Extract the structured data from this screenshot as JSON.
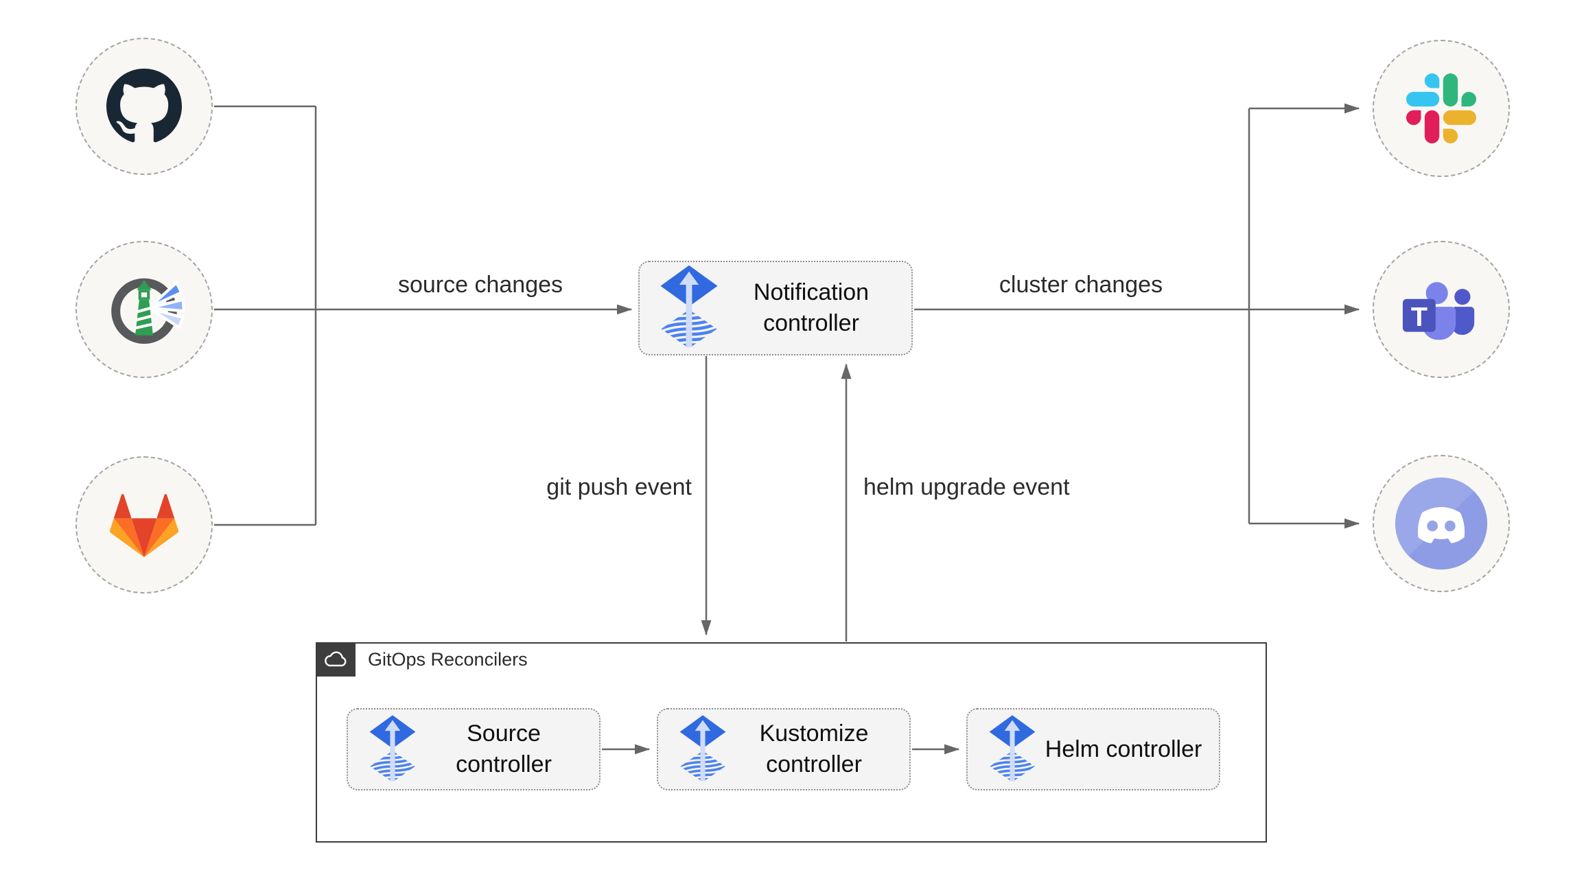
{
  "edges": {
    "source_changes": "source changes",
    "cluster_changes": "cluster changes",
    "git_push_event": "git push event",
    "helm_upgrade_event": "helm upgrade event"
  },
  "nodes": {
    "notification_controller": {
      "label": "Notification controller",
      "icon": "flux-icon"
    },
    "source_controller": {
      "label": "Source controller",
      "icon": "flux-icon"
    },
    "kustomize_controller": {
      "label": "Kustomize controller",
      "icon": "flux-icon"
    },
    "helm_controller": {
      "label": "Helm controller",
      "icon": "flux-icon"
    }
  },
  "group": {
    "title": "GitOps Reconcilers",
    "icon": "cloud-icon"
  },
  "sources": [
    {
      "name": "github",
      "icon": "github-icon"
    },
    {
      "name": "harbor",
      "icon": "harbor-icon"
    },
    {
      "name": "gitlab",
      "icon": "gitlab-icon"
    }
  ],
  "alert_targets": [
    {
      "name": "slack",
      "icon": "slack-icon"
    },
    {
      "name": "teams",
      "icon": "teams-icon",
      "letter": "T"
    },
    {
      "name": "discord",
      "icon": "discord-icon"
    }
  ],
  "colors": {
    "flux_blue": "#3069e0",
    "flux_wave_blue": "#4b82ee",
    "flux_arrow_pale": "#cfdcf8",
    "arrow_gray": "#666666",
    "node_fill": "#f4f4f4",
    "node_border_dotted": "#8d8d8d",
    "circle_fill": "#f8f7f4",
    "circle_border_dashed": "#a3a3a3",
    "group_border": "#3d3d3d",
    "badge_bg": "#3d3d3d",
    "text": "#2b2b2b",
    "github_dark": "#182733",
    "gitlab_red": "#e24329",
    "gitlab_orange": "#fc6d26",
    "gitlab_yellow": "#fca326",
    "harbor_green": "#2f9e52",
    "harbor_ring_gray": "#58595b",
    "harbor_beam_blue": "#5b8ff2",
    "slack_blue": "#36c5f0",
    "slack_green": "#2eb67d",
    "slack_yellow": "#ecb22e",
    "slack_red": "#e01e5a",
    "teams_dark_purple": "#4b53bc",
    "teams_mid_purple": "#5059c9",
    "teams_light_purple": "#7b83eb",
    "discord_blurple": "#96a4e7"
  }
}
